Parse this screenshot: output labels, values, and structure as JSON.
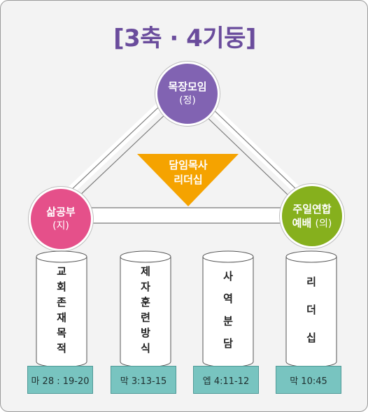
{
  "title": "[3축 · 4기둥]",
  "axes": {
    "top": {
      "label": "목장모임",
      "sub": "(정)",
      "color": "#8163b2"
    },
    "left": {
      "label": "삶공부",
      "sub": "(지)",
      "color": "#e5508a"
    },
    "right": {
      "label": "주일연합",
      "label2": "예배",
      "sub": "(의)",
      "color": "#86b01d"
    }
  },
  "center": {
    "line1": "담임목사",
    "line2": "리더십",
    "color": "#f5a300"
  },
  "pillars": [
    {
      "chars": [
        "교",
        "회",
        "존",
        "재",
        "목",
        "적"
      ],
      "ref": "마 28 : 19-20"
    },
    {
      "chars": [
        "제",
        "자",
        "훈",
        "련",
        "방",
        "식"
      ],
      "ref": "막 3:13-15"
    },
    {
      "chars": [
        "사",
        "역",
        "분",
        "담"
      ],
      "ref": "엡 4:11-12"
    },
    {
      "chars": [
        "리",
        "더",
        "십"
      ],
      "ref": "막 10:45"
    }
  ]
}
